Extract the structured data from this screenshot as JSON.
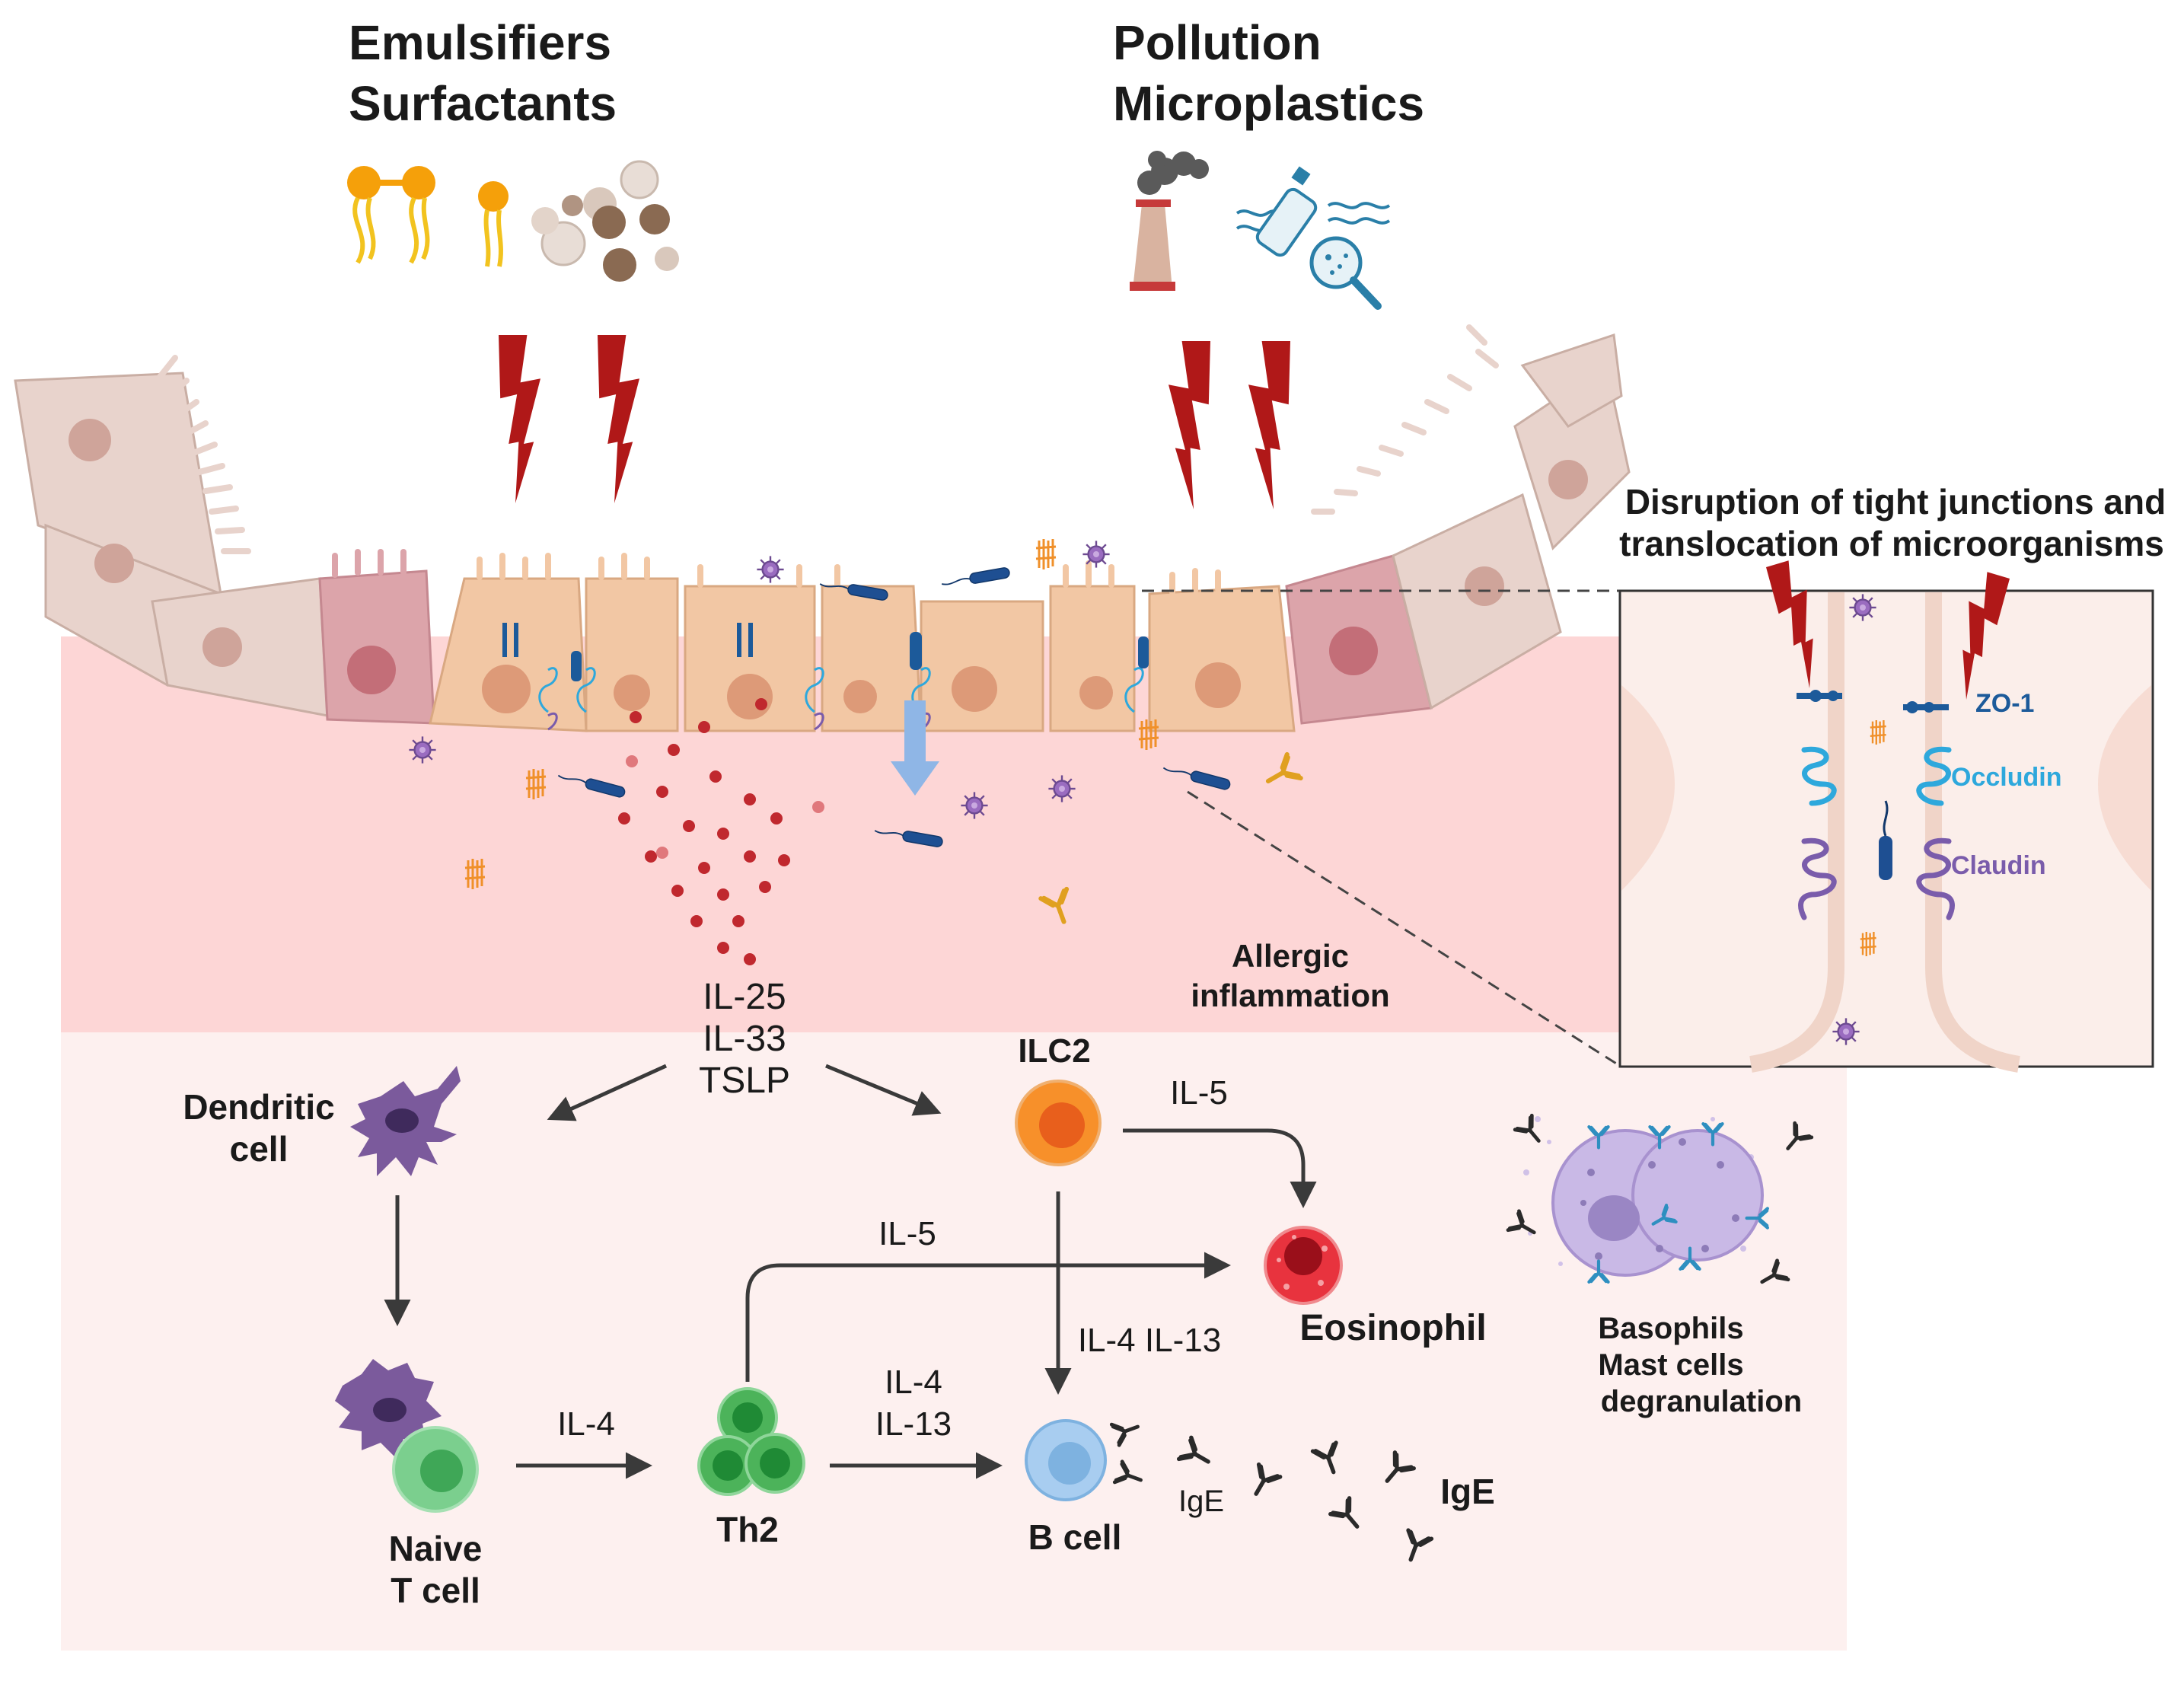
{
  "headings": {
    "emulsifiers": "Emulsifiers",
    "surfactants": "Surfactants",
    "pollution": "Pollution",
    "microplastics": "Microplastics"
  },
  "tight_junction": {
    "title_line1": "Disruption of tight junctions and",
    "title_line2": "translocation of microorganisms",
    "zo1": "ZO-1",
    "occludin": "Occludin",
    "claudin": "Claudin"
  },
  "labels": {
    "allergic_line1": "Allergic",
    "allergic_line2": "inflammation",
    "cytokine_il25": "IL-25",
    "cytokine_il33": "IL-33",
    "cytokine_tslp": "TSLP",
    "dendritic_line1": "Dendritic",
    "dendritic_line2": "cell",
    "ilc2": "ILC2",
    "il5_top": "IL-5",
    "il5_mid": "IL-5",
    "eosinophil": "Eosinophil",
    "il4_il13_vertical": "IL-4 IL-13",
    "naive_line1": "Naive",
    "naive_line2": "T cell",
    "il4": "IL-4",
    "th2": "Th2",
    "il4_b": "IL-4",
    "il13_b": "IL-13",
    "bcell": "B cell",
    "ige_small": "IgE",
    "ige_big": "IgE",
    "baso_line1": "Basophils",
    "baso_line2": "Mast cells",
    "baso_line3": "degranulation"
  },
  "colors": {
    "tissue_pink": "#fdd6d6",
    "lower_pink": "#fdf0ef",
    "lightning": "#b01818",
    "cell_tan": "#f2c7a4",
    "cell_gray": "#e8d3cc",
    "cell_rose": "#dca4aa",
    "dendritic_purple": "#7b5a9c",
    "ilc2_orange": "#f7902a",
    "eosinophil_red": "#e8333e",
    "th2_green": "#4cb35a",
    "naive_green": "#7bcf8e",
    "bcell_blue": "#a8cdf0",
    "claudin": "#7a5cab",
    "occludin": "#2ea8dc",
    "zo1": "#1c5a9a"
  },
  "icons": [
    "emulsifier-molecule-icon",
    "nanoparticle-icon",
    "factory-smoke-icon",
    "plastic-bottle-icon",
    "magnifier-icon",
    "lightning-icon",
    "virus-icon",
    "bacterium-icon",
    "antibody-icon"
  ]
}
